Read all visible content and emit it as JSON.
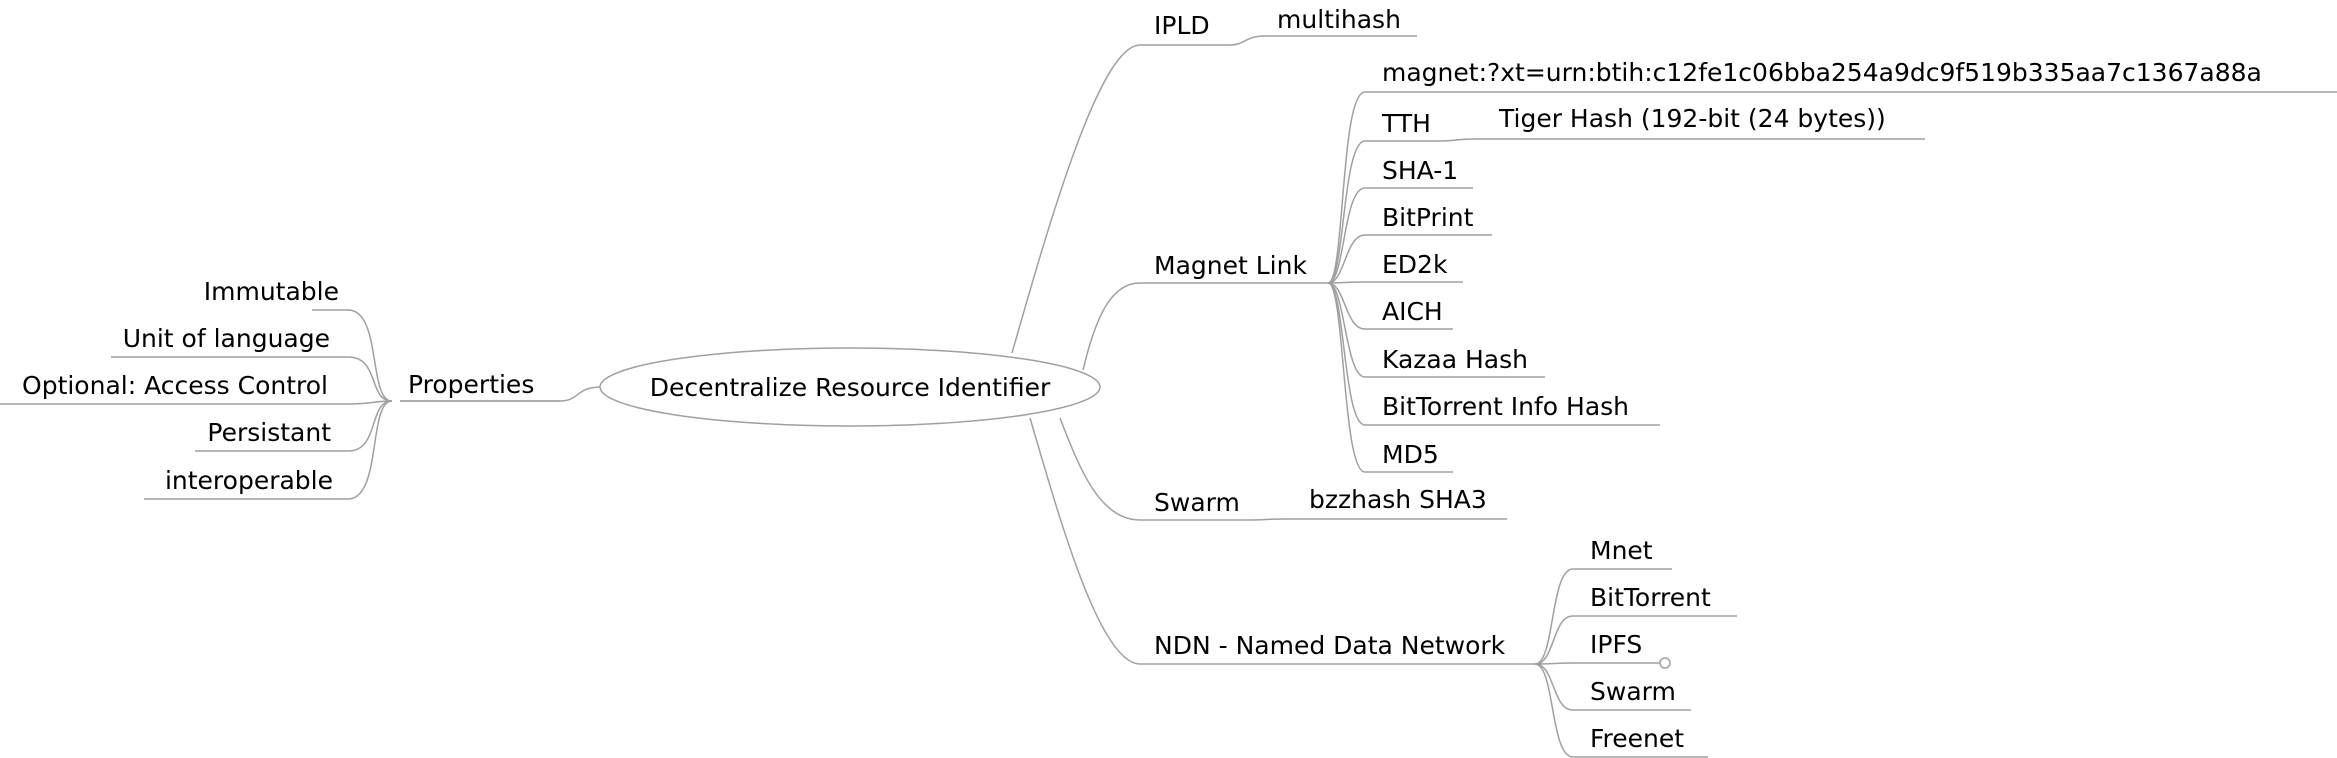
{
  "root": "Decentralize Resource Identifier",
  "properties": {
    "label": "Properties",
    "children": [
      "Immutable",
      "Unit of language",
      "Optional: Access Control",
      "Persistant",
      "interoperable"
    ]
  },
  "ipld": {
    "label": "IPLD",
    "children": [
      "multihash"
    ]
  },
  "magnet": {
    "label": "Magnet Link",
    "example": "magnet:?xt=urn:btih:c12fe1c06bba254a9dc9f519b335aa7c1367a88a",
    "tth": {
      "label": "TTH",
      "child": "Tiger Hash (192-bit (24 bytes))"
    },
    "hashes": [
      "SHA-1",
      "BitPrint",
      "ED2k",
      "AICH",
      "Kazaa Hash",
      "BitTorrent Info Hash",
      "MD5"
    ]
  },
  "swarm": {
    "label": "Swarm",
    "children": [
      "bzzhash SHA3"
    ]
  },
  "ndn": {
    "label": "NDN - Named Data Network",
    "children": [
      "Mnet",
      "BitTorrent",
      "IPFS",
      "Swarm",
      "Freenet"
    ]
  },
  "colors": {
    "edge": "#a0a0a0",
    "text": "#000000",
    "background": "#ffffff"
  }
}
